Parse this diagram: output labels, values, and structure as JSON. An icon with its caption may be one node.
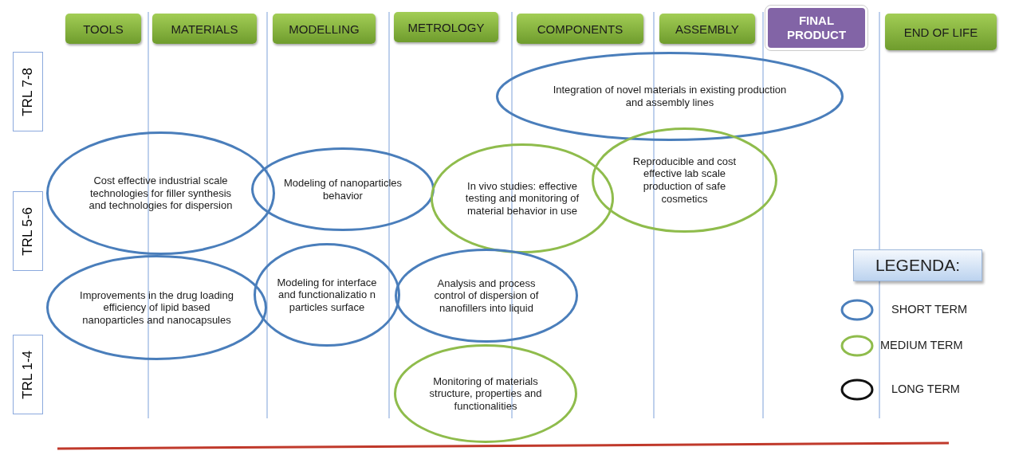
{
  "diagram": {
    "nodes": [
      {
        "text": [
          "TOOLS"
        ]
      },
      {
        "text": [
          "MATERIALS"
        ]
      },
      {
        "text": [
          "MODELLING"
        ]
      },
      {
        "text": [
          "METROLOGY"
        ]
      },
      {
        "text": [
          "COMPONENTS"
        ]
      },
      {
        "text": [
          "ASSEMBLY"
        ]
      },
      {
        "text": [
          "FINAL PRODUCT"
        ]
      },
      {
        "text": [
          "END OF LIFE"
        ]
      },
      {
        "text": [
          "TRL 7-8"
        ]
      },
      {
        "text": [
          "TRL 5-6"
        ]
      },
      {
        "text": [
          "TRL 1-4"
        ]
      },
      {
        "text": [
          "Integration of novel materials in existing production and assembly lines"
        ]
      },
      {
        "text": [
          "Cost effective industrial scale technologies for filler synthesis and technologies for dispersion"
        ]
      },
      {
        "text": [
          "Modeling of nanoparticles behavior"
        ]
      },
      {
        "text": [
          "In vivo studies: effective testing and monitoring of material behavior in use"
        ]
      },
      {
        "text": [
          "Reproducible and cost effective lab scale production of safe cosmetics"
        ]
      },
      {
        "text": [
          "Improvements in the drug loading efficiency of lipid based nanoparticles and nanocapsules"
        ]
      },
      {
        "text": [
          "Modeling for interface and functionalizatio n particles surface"
        ]
      },
      {
        "text": [
          "Analysis and process control of dispersion of nanofillers into liquid"
        ]
      },
      {
        "text": [
          "Monitoring of materials structure, properties and functionalities"
        ]
      },
      {
        "text": [
          "LEGENDA:"
        ]
      }
    ],
    "legend": [
      {
        "text": "SHORT TERM"
      },
      {
        "text": "MEDIUM TERM"
      },
      {
        "text": "LONG TERM"
      }
    ]
  }
}
